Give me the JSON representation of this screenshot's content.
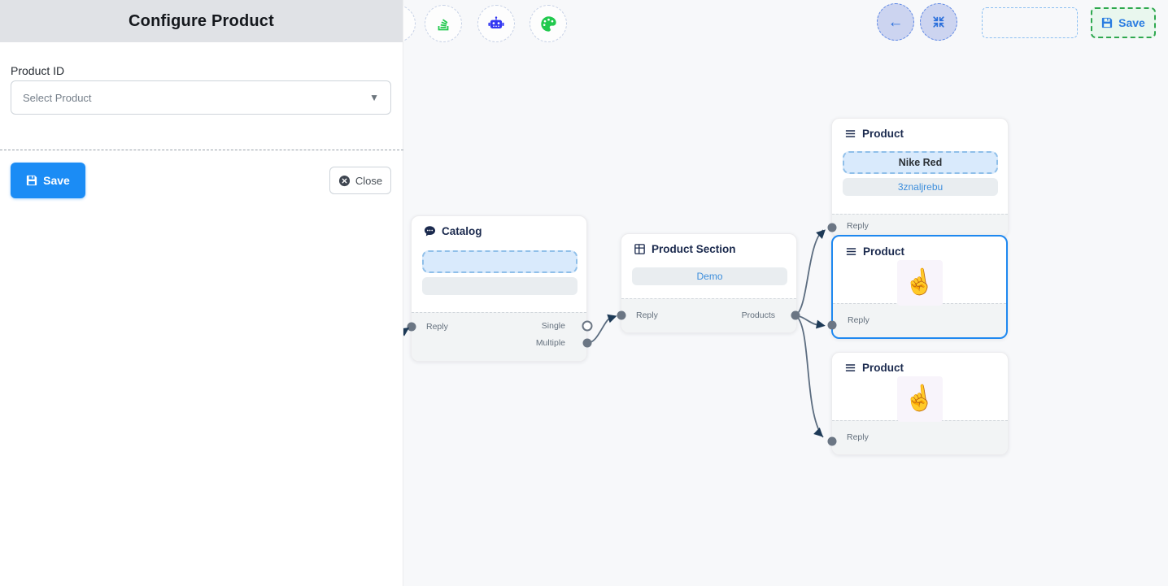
{
  "colors": {
    "primary_blue": "#1b8cf5",
    "accent_blue": "#2a7de1",
    "save_green_border": "#2ea84e",
    "toolbar_icon_green": "#22c94e",
    "toolbar_icon_robot_blue": "#3237f2",
    "node_title": "#1b2a4e",
    "edge": "#5c6d80",
    "selected_node_border": "#1e88f0"
  },
  "panel": {
    "title": "Configure Product",
    "product_id_label": "Product ID",
    "select_placeholder": "Select Product",
    "select_caret_icon": "chevron-down-icon",
    "save_label": "Save",
    "save_icon": "floppy-disk-icon",
    "close_label": "Close",
    "close_icon": "x-circle-icon"
  },
  "toolbar": {
    "left_icons": [
      "stack-icon",
      "robot-icon",
      "palette-icon"
    ],
    "back_icon": "arrow-left-icon",
    "fit_view_icon": "compress-icon",
    "save_label": "Save",
    "save_icon": "floppy-disk-icon"
  },
  "nodes": {
    "catalog": {
      "title": "Catalog",
      "icon": "chat-bubble-icon",
      "reply_label": "Reply",
      "single_label": "Single",
      "multiple_label": "Multiple"
    },
    "product_section": {
      "title": "Product Section",
      "icon": "table-grid-icon",
      "demo_value": "Demo",
      "reply_label": "Reply",
      "products_label": "Products"
    },
    "product_top": {
      "title": "Product",
      "icon": "menu-icon",
      "row1_value": "Nike Red",
      "row2_value": "3znaljrebu",
      "reply_label": "Reply"
    },
    "product_mid": {
      "title": "Product",
      "icon": "menu-icon",
      "selected": true,
      "cursor_icon": "hand-pointer-icon",
      "reply_label": "Reply"
    },
    "product_bottom": {
      "title": "Product",
      "icon": "menu-icon",
      "cursor_icon": "hand-pointer-icon",
      "reply_label": "Reply"
    }
  }
}
